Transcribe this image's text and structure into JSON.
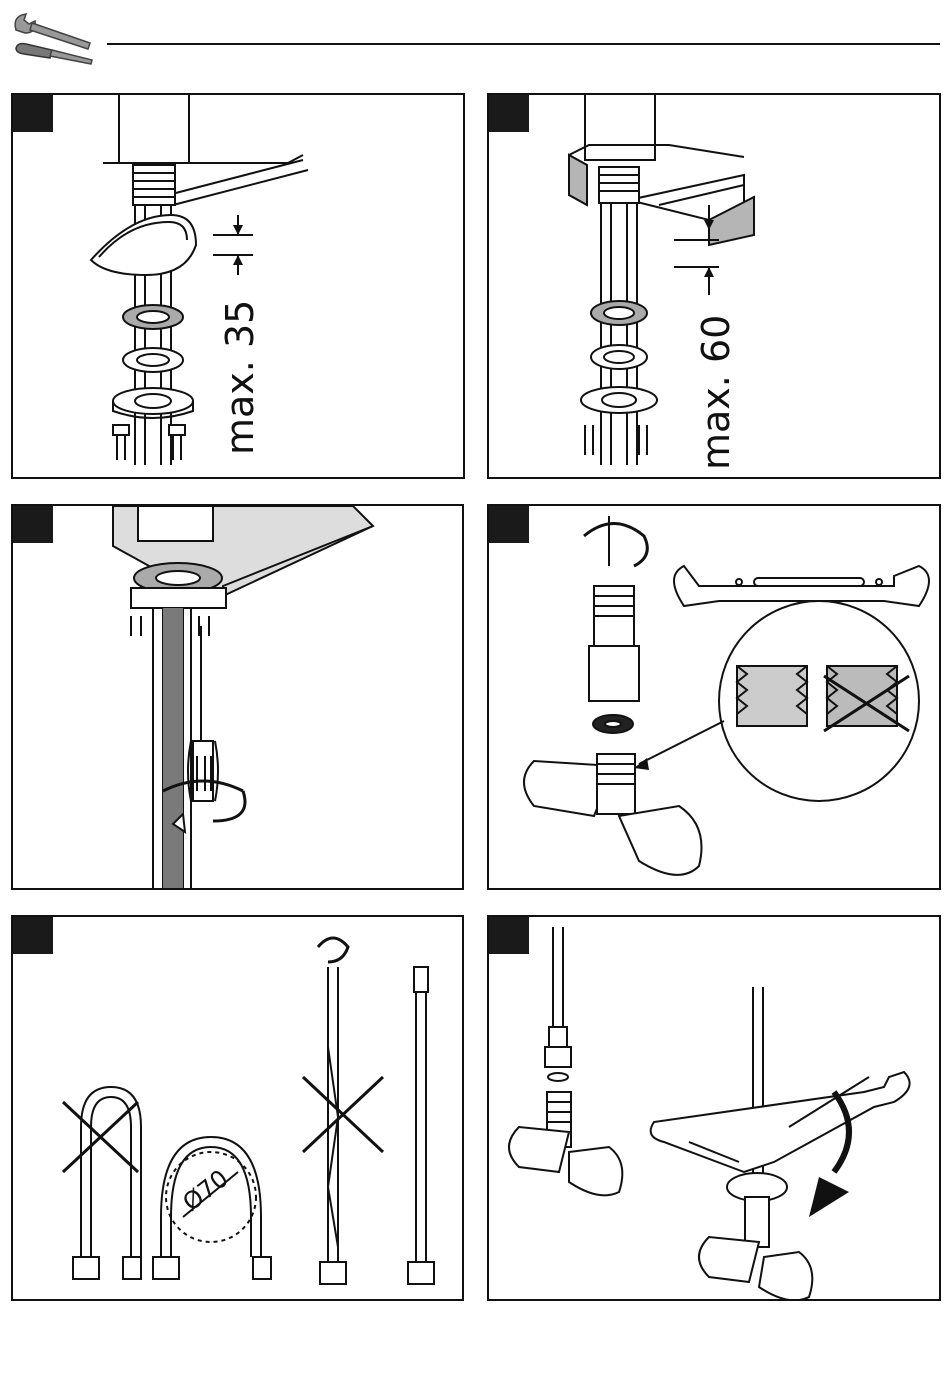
{
  "icons": {
    "header": "tools-icon",
    "wrench": "wrench-icon",
    "screwdriver": "screwdriver-icon",
    "rotate": "rotate-arrow-icon",
    "cross": "cross-mark-icon"
  },
  "panels": [
    {
      "id": "step-1",
      "dimension_label": "max. 35"
    },
    {
      "id": "step-2",
      "dimension_label": "max. 60"
    },
    {
      "id": "step-3"
    },
    {
      "id": "step-4"
    },
    {
      "id": "step-5",
      "diameter_label": "Ø70"
    },
    {
      "id": "step-6"
    }
  ],
  "colors": {
    "line": "#111111",
    "badge": "#1a1a1a",
    "shade": "#b5b5b5"
  }
}
